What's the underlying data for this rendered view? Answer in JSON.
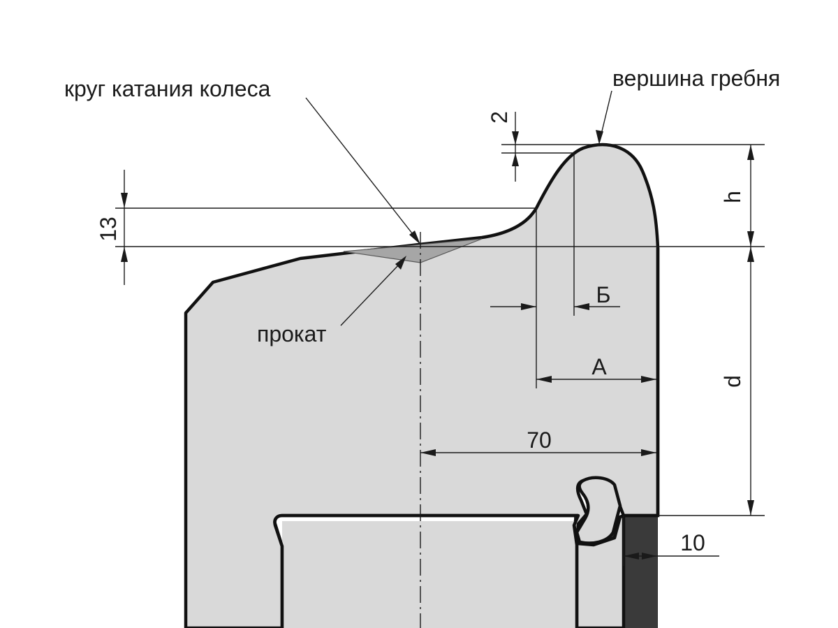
{
  "labels": {
    "rolling_circle": "круг катания колеса",
    "flange_top": "вершина гребня",
    "hollow_wear": "прокат"
  },
  "dimensions": {
    "flange_offset": "2",
    "tread_drop": "13",
    "flange_height": "h",
    "rim_to_flange": "d",
    "width_b": "Б",
    "width_a": "А",
    "distance_70": "70",
    "rim_10": "10"
  },
  "colors": {
    "body_fill": "#d9d9d9",
    "wear_fill": "#a6a6a6",
    "dark_section": "#2b2b2b",
    "outline": "#111111"
  }
}
